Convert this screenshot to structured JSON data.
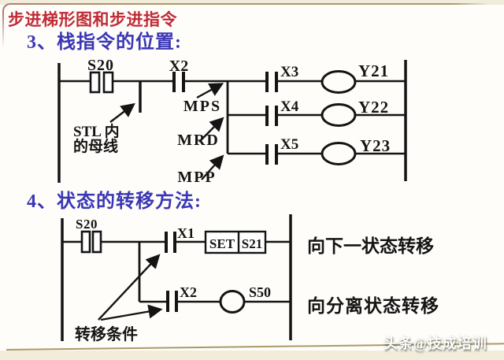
{
  "colors": {
    "cream": "#f2ecdb",
    "panel": "#fefdfa",
    "title_red": "#c02a35",
    "title_blue": "#3a36b4",
    "ink": "#141414",
    "border_tan": "#ab9a66",
    "corner_brown": "#b07f72",
    "watermark": "#ffffff"
  },
  "page": {
    "main_title": "步进梯形图和步进指令",
    "watermark": "头条@技成培训"
  },
  "section3": {
    "heading": "3、栈指令的位置:",
    "labels": {
      "s20": "S20",
      "x2": "X2",
      "x3": "X3",
      "x4": "X4",
      "x5": "X5",
      "y21": "Y21",
      "y22": "Y22",
      "y23": "Y23",
      "mps": "MPS",
      "mrd": "MRD",
      "mpp": "MPP"
    },
    "note_line1": "STL 内",
    "note_line2": "的母线"
  },
  "section4": {
    "heading": "4、状态的转移方法:",
    "labels": {
      "s20": "S20",
      "x1": "X1",
      "set": "SET",
      "s21": "S21",
      "x2": "X2",
      "s50": "S50"
    },
    "note_next": "向下一状态转移",
    "note_split": "向分离状态转移",
    "note_condition": "转移条件"
  }
}
